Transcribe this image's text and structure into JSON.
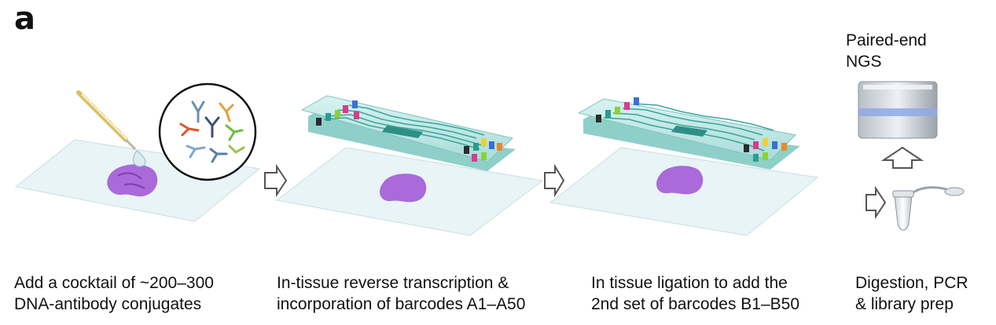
{
  "panel_label": "a",
  "ngs": {
    "line1": "Paired-end",
    "line2": "NGS"
  },
  "steps": [
    {
      "line1": "Add a cocktail of ~200–300",
      "line2": "DNA-antibody conjugates"
    },
    {
      "line1": "In-tissue reverse transcription &",
      "line2": "incorporation of barcodes A1–A50"
    },
    {
      "line1": "In tissue ligation to add the",
      "line2": "2nd set of barcodes B1–B50"
    },
    {
      "line1": "Digestion, PCR",
      "line2": "& library prep"
    }
  ],
  "colors": {
    "tissue": "#a35bd6",
    "slide": "#e4f2f3",
    "chip": "#c7ecea",
    "channel": "#3aa59a",
    "arrow": "#7a7a7a",
    "reservoir_colors": [
      "#2b2b2b",
      "#2a9d8f",
      "#d63c8f",
      "#e8d23a",
      "#3b6fd6",
      "#e88a2b",
      "#8ad13a",
      "#7a3bd6"
    ]
  }
}
